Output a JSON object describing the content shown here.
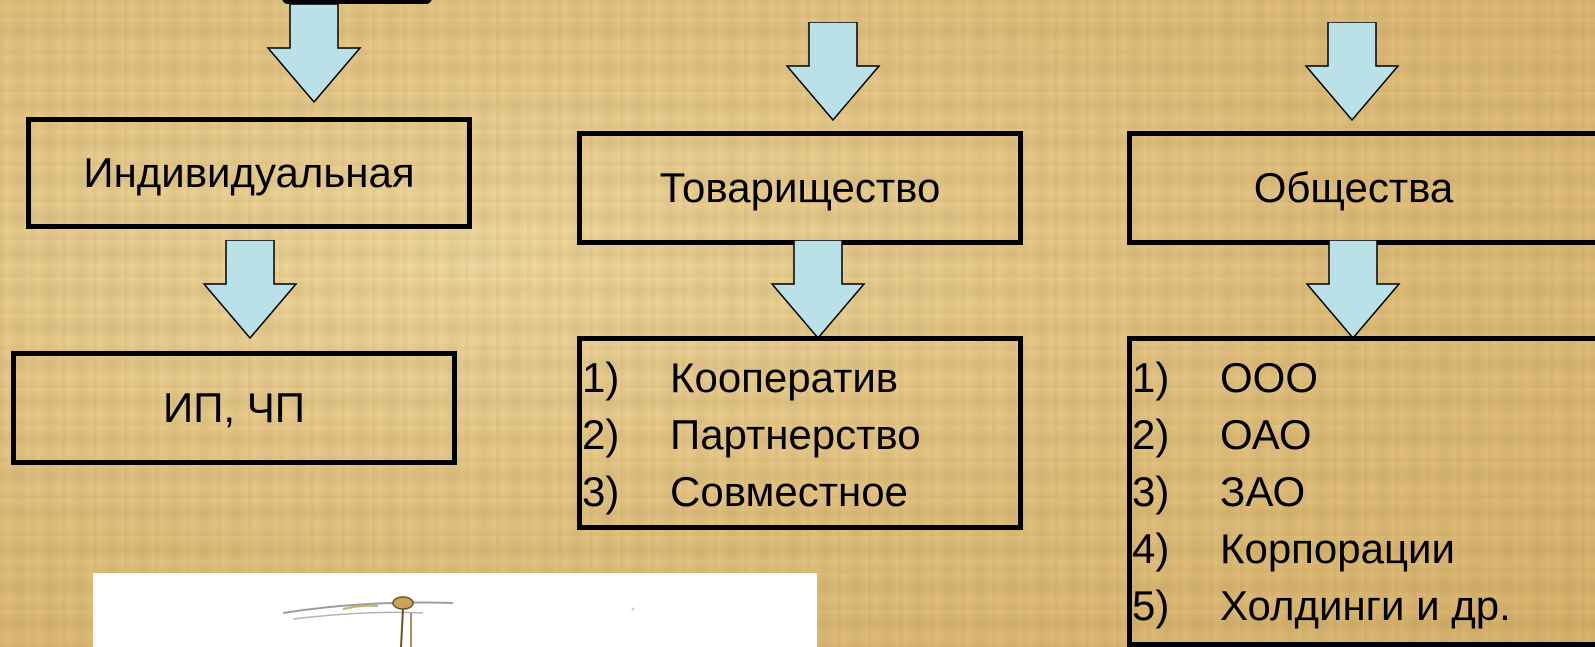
{
  "columns": [
    {
      "title": "Индивидуальная",
      "sub_items": [
        {
          "text": "ИП, ЧП"
        }
      ]
    },
    {
      "title": "Товарищество",
      "sub_items": [
        {
          "num": "1)",
          "text": "Кооператив"
        },
        {
          "num": "2)",
          "text": "Партнерство"
        },
        {
          "num": "3)",
          "text": "Совместное"
        }
      ]
    },
    {
      "title": "Общества",
      "sub_items": [
        {
          "num": "1)",
          "text": "ООО"
        },
        {
          "num": "2)",
          "text": "ОАО"
        },
        {
          "num": "3)",
          "text": "ЗАО"
        },
        {
          "num": "4)",
          "text": "Корпорации"
        },
        {
          "num": "5)",
          "text": "Холдинги и др."
        }
      ]
    }
  ],
  "colors": {
    "arrow_fill": "#b9e1e7",
    "border": "#000000"
  }
}
